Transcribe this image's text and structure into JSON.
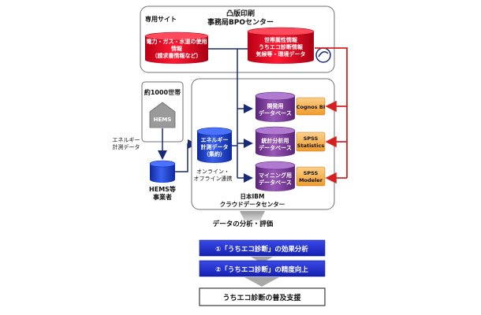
{
  "top_center": {
    "line1": "凸版印刷",
    "line2": "事務局BPOセンター",
    "site_label": "専用サイト"
  },
  "red_db1": {
    "line1": "電力・ガス・水道の使用",
    "line2": "情報",
    "line3": "（請求書情報など）"
  },
  "red_db2": {
    "line1": "世帯属性情報",
    "line2": "うちエコ診断情報",
    "line3": "気候等・環境データ"
  },
  "households": {
    "label": "約1000世帯",
    "hems": "HEMS"
  },
  "energy_label": {
    "line1": "エネルギー",
    "line2": "計測データ"
  },
  "hems_provider": {
    "line1": "HEMS等",
    "line2": "事業者"
  },
  "energy_db": {
    "line1": "エネルギー",
    "line2": "計測データ",
    "line3": "（集約）"
  },
  "online_label": {
    "line1": "オンライン・",
    "line2": "オフライン連携"
  },
  "purple_db1": {
    "line1": "開発用",
    "line2": "データベース"
  },
  "purple_db2": {
    "line1": "統計分析用",
    "line2": "データベース"
  },
  "purple_db3": {
    "line1": "マイニング用",
    "line2": "データベース"
  },
  "tool1": {
    "line1": "Cognos BI"
  },
  "tool2": {
    "line1": "SPSS",
    "line2": "Statistics"
  },
  "tool3": {
    "line1": "SPSS",
    "line2": "Modeler"
  },
  "ibm_center": {
    "line1": "日本IBM",
    "line2": "クラウドデータセンター"
  },
  "analysis": "データの分析・評価",
  "result1": "①「うちエコ診断」の効果分析",
  "result2": "②「うちエコ診断」の精度向上",
  "final": "うちエコ診断の普及支援",
  "colors": {
    "red_db": "#e8001c",
    "blue_db": "#1c3fd0",
    "purple_db": "#7a3a9a",
    "orange_box": "#f2a23a",
    "arrow_red": "#d62020",
    "arrow_navy": "#1a2a7a",
    "result_blue": "#1f2fd6"
  }
}
